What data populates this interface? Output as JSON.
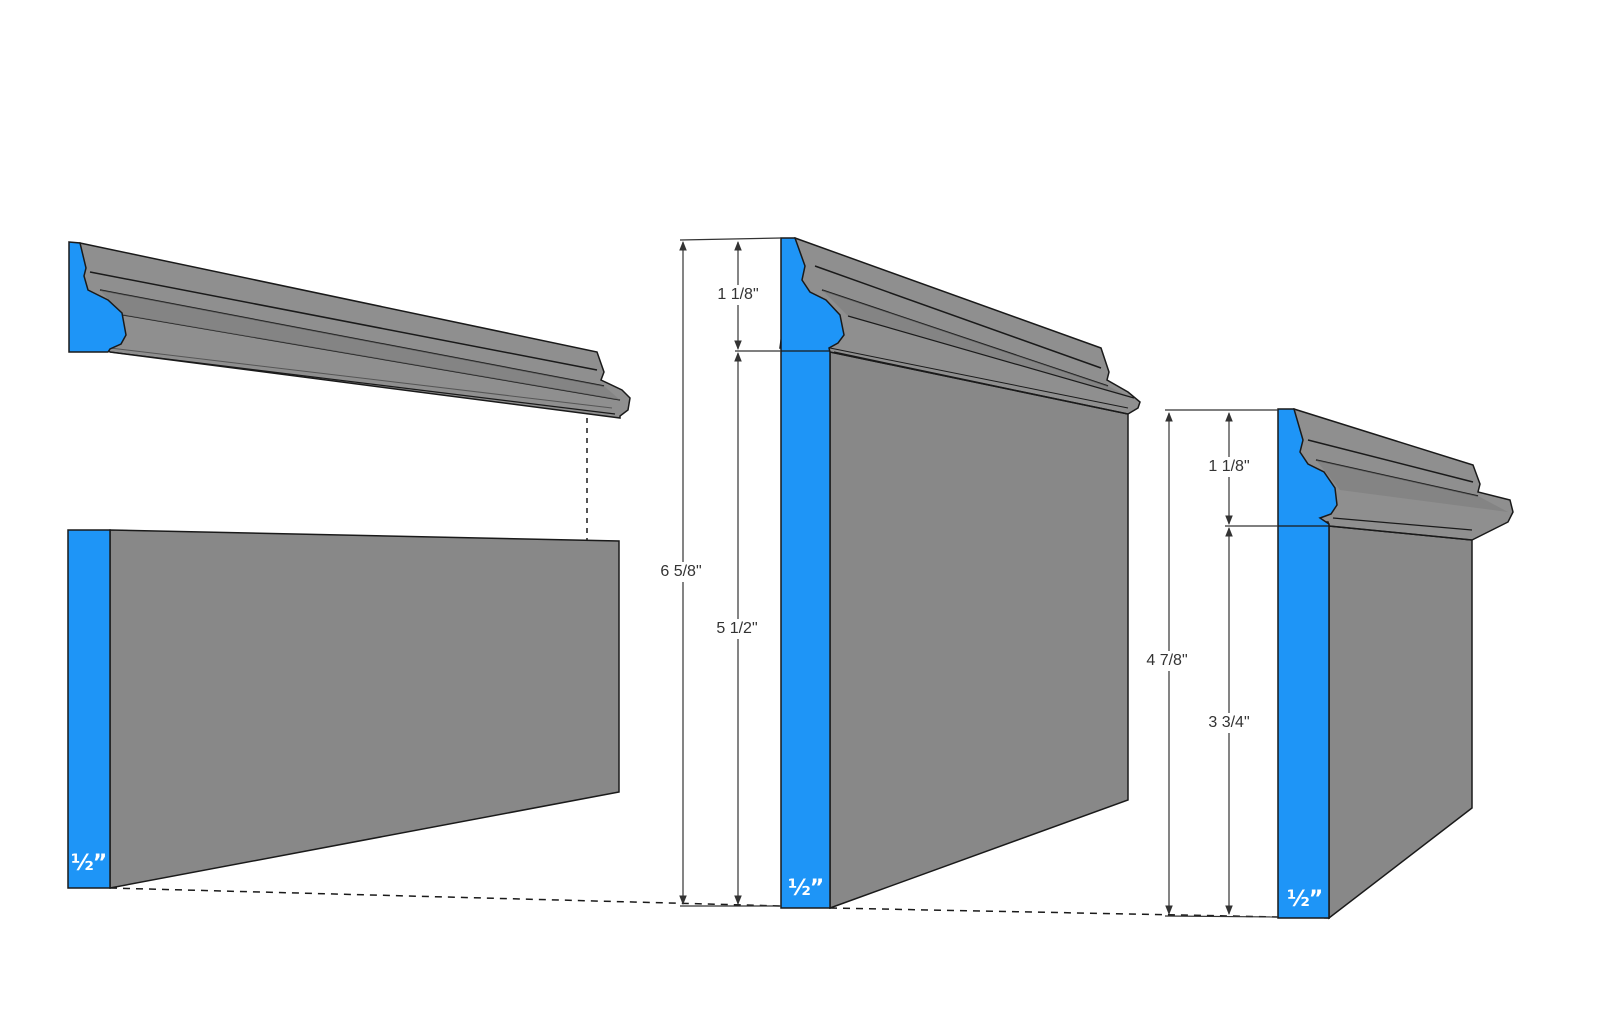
{
  "diagram": {
    "type": "baseboard-molding-build-up",
    "colors": {
      "end_grain": "#1e95f7",
      "face": "#888888",
      "molding_top": "#8f8f8f",
      "molding_shadow": "#7a7a7a",
      "outline": "#1a1a1a",
      "dimension_line": "#333333",
      "background": "#ffffff"
    },
    "pieces": [
      {
        "id": "molding-cap",
        "description": "Standalone cap molding (exploded view)",
        "thickness_label": ""
      },
      {
        "id": "board-left",
        "description": "Flat baseboard (exploded view)",
        "thickness_label": "½”"
      },
      {
        "id": "assembly-tall",
        "description": "Assembled baseboard with cap molding (tall)",
        "thickness_label": "½”",
        "dimensions": {
          "total": "6 5/8\"",
          "cap": "1 1/8\"",
          "board": "5 1/2\""
        }
      },
      {
        "id": "assembly-short",
        "description": "Assembled baseboard with cap molding (short)",
        "thickness_label": "½”",
        "dimensions": {
          "total": "4 7/8\"",
          "cap": "1 1/8\"",
          "board": "3 3/4\""
        }
      }
    ]
  }
}
